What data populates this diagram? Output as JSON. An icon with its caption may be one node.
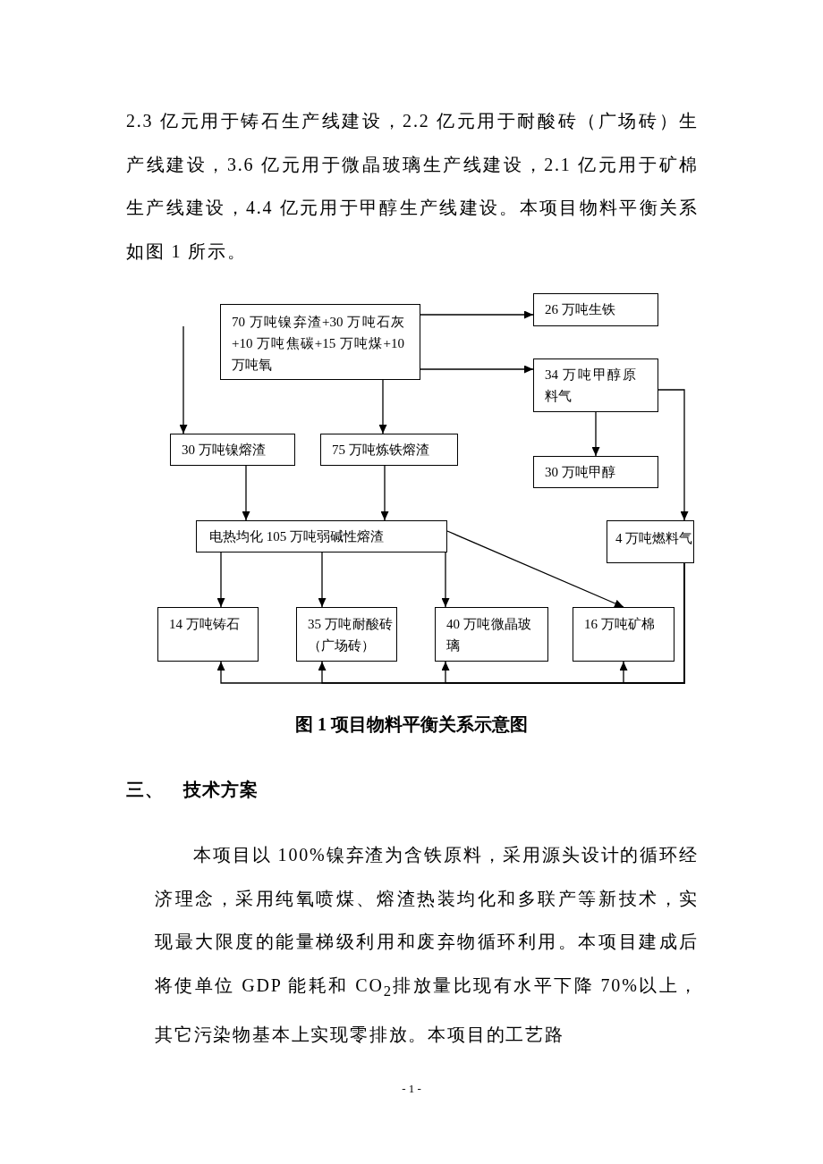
{
  "diagram": {
    "caption": "图 1 项目物料平衡关系示意图",
    "nodes": [
      {
        "text": [
          "70 万吨镍弃渣+30 万吨石灰+10 万吨焦碳+15 万吨煤+10 万吨氧"
        ]
      },
      {
        "text": [
          "26 万吨生铁"
        ]
      },
      {
        "text": [
          "34 万吨甲醇原料气"
        ]
      },
      {
        "text": [
          "30 万吨镍熔渣"
        ]
      },
      {
        "text": [
          "75 万吨炼铁熔渣"
        ]
      },
      {
        "text": [
          "30 万吨甲醇"
        ]
      },
      {
        "text": [
          "电热均化 105 万吨弱碱性熔渣"
        ]
      },
      {
        "text": [
          "4 万吨燃料气"
        ]
      },
      {
        "text": [
          "14 万吨铸石"
        ]
      },
      {
        "text": [
          "35 万吨耐酸砖（广场砖）"
        ]
      },
      {
        "text": [
          "40 万吨微晶玻璃"
        ]
      },
      {
        "text": [
          "16 万吨矿棉"
        ]
      }
    ],
    "edges": [
      {
        "from": null,
        "to": 3,
        "arrow": "to"
      },
      {
        "from": 0,
        "to": 1,
        "arrow": "to"
      },
      {
        "from": 0,
        "to": 2,
        "arrow": "to"
      },
      {
        "from": 0,
        "to": 4,
        "arrow": "to"
      },
      {
        "from": 2,
        "to": 5,
        "arrow": "to"
      },
      {
        "from": 2,
        "to": 7,
        "arrow": "to"
      },
      {
        "from": 3,
        "to": 6,
        "arrow": "to"
      },
      {
        "from": 4,
        "to": 6,
        "arrow": "to"
      },
      {
        "from": 6,
        "to": 8,
        "arrow": "to"
      },
      {
        "from": 6,
        "to": 9,
        "arrow": "to"
      },
      {
        "from": 6,
        "to": 10,
        "arrow": "to"
      },
      {
        "from": 6,
        "to": 11,
        "arrow": "to"
      },
      {
        "from": 7,
        "to": 8,
        "arrow": "to"
      },
      {
        "from": 7,
        "to": 9,
        "arrow": "to"
      },
      {
        "from": 7,
        "to": 10,
        "arrow": "to"
      },
      {
        "from": 7,
        "to": 11,
        "arrow": "to"
      }
    ],
    "labels": [
      "2.3 亿元用于铸石生产线建设，2.2 亿元用于耐酸砖（广场砖）生产线建设，3.6 亿元用于微晶玻璃生产线建设，2.1 亿元用于矿棉生产线建设，4.4 亿元用于甲醇生产线建设。本项目物料平衡关系如图 1 所示。",
      "三、",
      "技术方案",
      "本项目以 100%镍弃渣为含铁原料，采用源头设计的循环经济理念，采用纯氧喷煤、熔渣热装均化和多联产等新技术，实现最大限度的能量梯级利用和废弃物循环利用。本项目建成后将使单位 GDP 能耗和 CO$_{2}$排放量比现有水平下降 70%以上，其它污染物基本上实现零排放。本项目的工艺路",
      "- 1 -"
    ]
  }
}
